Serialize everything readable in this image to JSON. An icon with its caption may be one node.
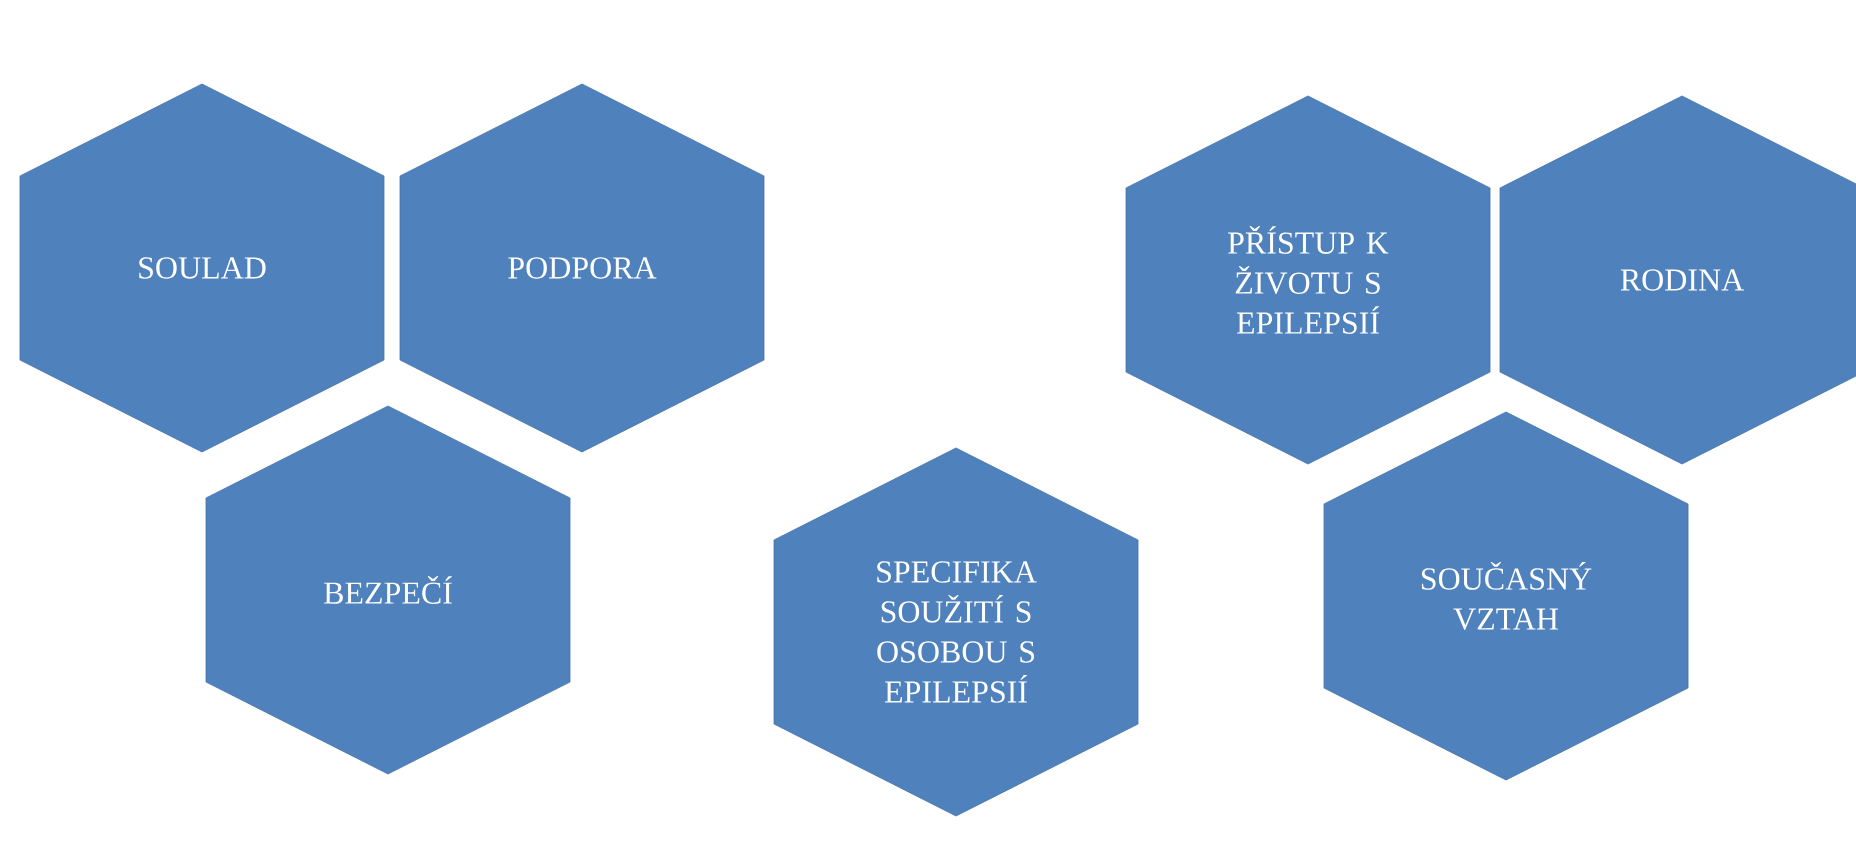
{
  "diagram": {
    "nodes": [
      {
        "text": [
          "SOULAD"
        ]
      },
      {
        "text": [
          "PODPORA"
        ]
      },
      {
        "text": [
          "BEZPEČÍ"
        ]
      },
      {
        "text": [
          "SPECIFIKA SOUŽITÍ S OSOBOU S EPILEPSIÍ"
        ]
      },
      {
        "text": [
          "PŘÍSTUP K ŽIVOTU S EPILEPSIÍ"
        ]
      },
      {
        "text": [
          "RODINA"
        ]
      },
      {
        "text": [
          "SOUČASNÝ VZTAH"
        ]
      }
    ]
  }
}
